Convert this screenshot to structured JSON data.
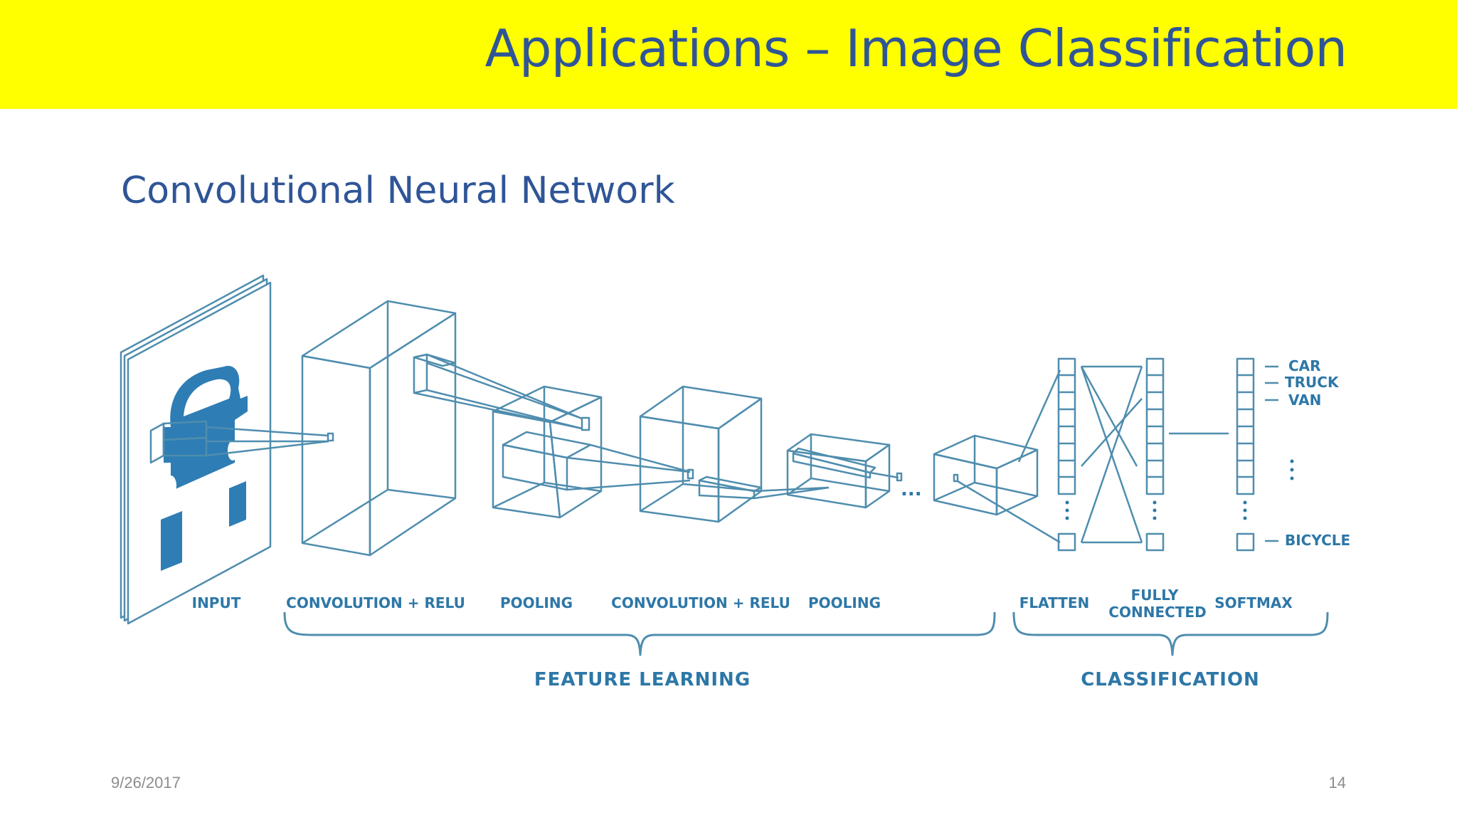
{
  "slide": {
    "title": "Applications – Image Classification",
    "subtitle": "Convolutional Neural Network",
    "date": "9/26/2017",
    "page_number": "14"
  },
  "diagram": {
    "stages": {
      "input": "INPUT",
      "conv1": "CONVOLUTION + RELU",
      "pool1": "POOLING",
      "conv2": "CONVOLUTION + RELU",
      "pool2": "POOLING",
      "flatten": "FLATTEN",
      "fully_connected_1": "FULLY",
      "fully_connected_2": "CONNECTED",
      "softmax": "SOFTMAX"
    },
    "groups": {
      "feature_learning": "FEATURE LEARNING",
      "classification": "CLASSIFICATION"
    },
    "outputs": {
      "car": "CAR",
      "truck": "TRUCK",
      "van": "VAN",
      "bicycle": "BICYCLE"
    },
    "continuation": "...",
    "colors": {
      "line": "#4f8dae",
      "fill": "#2e7db5",
      "label": "#2d77a7"
    }
  }
}
